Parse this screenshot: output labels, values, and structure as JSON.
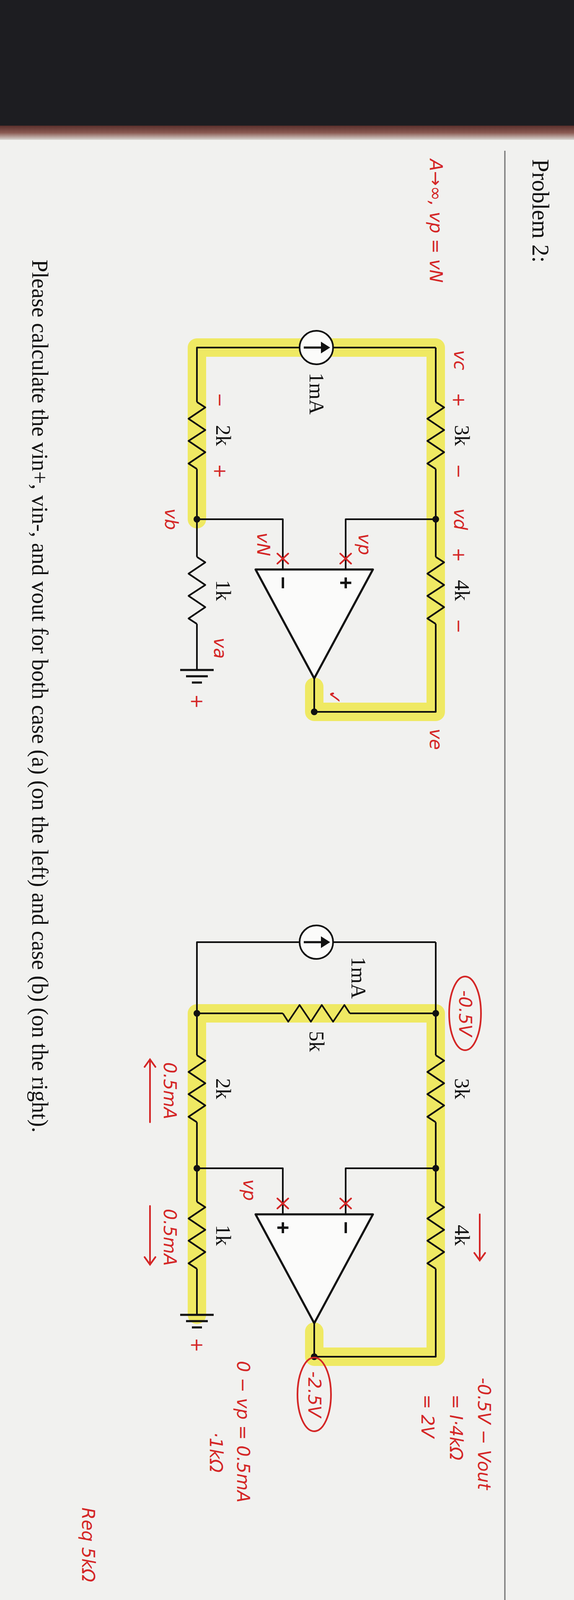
{
  "diagram": {
    "title": "Problem 2:",
    "caption": "Please calculate the vin+, vin-, and vout for both case (a) (on the left) and case (b) (on the right).",
    "labels": [
      "A→∞, vp = vN",
      "vc",
      "+",
      "3k",
      "−",
      "vd",
      "+",
      "4k",
      "−",
      "ve",
      "✓",
      "1mA",
      "+",
      "−",
      "vp",
      "vN",
      "−",
      "2k",
      "+",
      "1k",
      "va",
      "vb",
      "+",
      "-0.5V − Vout",
      "= I·4kΩ",
      "= 2V",
      "-0.5V",
      "3k",
      "4k",
      "1mA",
      "5k",
      "−",
      "+",
      "-2.5V",
      "vp",
      "2k",
      "1k",
      "0.5mA",
      "0.5mA",
      "+",
      "0 − vp = 0.5mA",
      "·1kΩ",
      "Req 5kΩ"
    ]
  }
}
